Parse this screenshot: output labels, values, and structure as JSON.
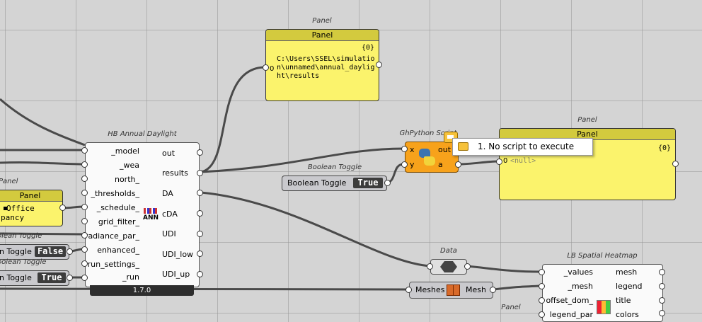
{
  "panel_top": {
    "caption": "Panel",
    "header": "Panel",
    "count": "{0}",
    "index": "0",
    "text": "C:\\Users\\SSEL\\simulation\\unnamed\\annual_daylight\\results"
  },
  "panel_right": {
    "caption": "Panel",
    "header": "Panel",
    "count": "{0}",
    "index": "0",
    "value": "<null>"
  },
  "panel_left": {
    "caption": "Panel",
    "header": "Panel",
    "line1": "Office",
    "line2": "pancy"
  },
  "panel_bottom": {
    "caption": "Panel"
  },
  "hb": {
    "caption": "HB Annual Daylight",
    "inputs": [
      "_model",
      "_wea",
      "north_",
      "_thresholds_",
      "_schedule_",
      "grid_filter_",
      "radiance_par_",
      "enhanced_",
      "run_settings_",
      "_run"
    ],
    "outputs": [
      "out",
      "results",
      "DA",
      "cDA",
      "UDI",
      "UDI_low",
      "UDI_up"
    ],
    "version": "1.7.0",
    "icon_text": "ANN"
  },
  "ghpython": {
    "caption": "GhPython Script",
    "inputs": [
      "x",
      "y"
    ],
    "outputs": [
      "out",
      "a"
    ],
    "tooltip": "1. No script to execute"
  },
  "toggle_mid": {
    "caption": "Boolean Toggle",
    "label": "Boolean Toggle",
    "value": "True"
  },
  "toggle_left1": {
    "caption": "olean Toggle",
    "label": "n Toggle",
    "value": "False"
  },
  "toggle_left2": {
    "caption": "oolean Toggle",
    "label": "n Toggle",
    "value": "True"
  },
  "data_param": {
    "caption": "Data"
  },
  "meshes": {
    "input": "Meshes",
    "output": "Mesh"
  },
  "heatmap": {
    "caption": "LB Spatial Heatmap",
    "inputs": [
      "_values",
      "_mesh",
      "offset_dom_",
      "legend_par"
    ],
    "outputs": [
      "mesh",
      "legend",
      "title",
      "colors"
    ]
  },
  "colors": {
    "panel_yellow": "#fbf36c",
    "panel_header": "#d3ca3e",
    "ghpython_orange": "#f7a21b",
    "canvas": "#d4d4d4",
    "toggle_value_bg": "#3c3c3c"
  }
}
